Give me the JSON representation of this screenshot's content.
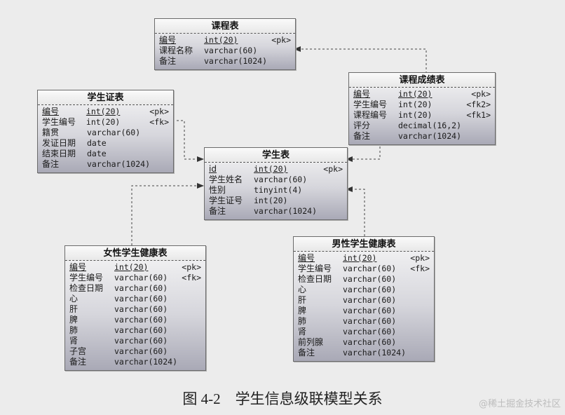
{
  "tables": [
    {
      "id": "course",
      "title": "课程表",
      "fields": [
        {
          "name": "编号",
          "type": "int(20)",
          "key": "<pk>",
          "primary": true
        },
        {
          "name": "课程名称",
          "type": "varchar(60)",
          "key": ""
        },
        {
          "name": "备注",
          "type": "varchar(1024)",
          "key": ""
        }
      ]
    },
    {
      "id": "score",
      "title": "课程成绩表",
      "fields": [
        {
          "name": "编号",
          "type": "int(20)",
          "key": "<pk>",
          "primary": true
        },
        {
          "name": "学生编号",
          "type": "int(20)",
          "key": "<fk2>"
        },
        {
          "name": "课程编号",
          "type": "int(20)",
          "key": "<fk1>"
        },
        {
          "name": "评分",
          "type": "decimal(16,2)",
          "key": ""
        },
        {
          "name": "备注",
          "type": "varchar(1024)",
          "key": ""
        }
      ]
    },
    {
      "id": "cert",
      "title": "学生证表",
      "fields": [
        {
          "name": "编号",
          "type": "int(20)",
          "key": "<pk>",
          "primary": true
        },
        {
          "name": "学生编号",
          "type": "int(20)",
          "key": "<fk>"
        },
        {
          "name": "籍贯",
          "type": "varchar(60)",
          "key": ""
        },
        {
          "name": "发证日期",
          "type": "date",
          "key": ""
        },
        {
          "name": "结束日期",
          "type": "date",
          "key": ""
        },
        {
          "name": "备注",
          "type": "varchar(1024)",
          "key": ""
        }
      ]
    },
    {
      "id": "student",
      "title": "学生表",
      "fields": [
        {
          "name": "id",
          "type": "int(20)",
          "key": "<pk>",
          "primary": true
        },
        {
          "name": "学生姓名",
          "type": "varchar(60)",
          "key": ""
        },
        {
          "name": "性别",
          "type": "tinyint(4)",
          "key": ""
        },
        {
          "name": "学生证号",
          "type": "int(20)",
          "key": ""
        },
        {
          "name": "备注",
          "type": "varchar(1024)",
          "key": ""
        }
      ]
    },
    {
      "id": "female",
      "title": "女性学生健康表",
      "fields": [
        {
          "name": "编号",
          "type": "int(20)",
          "key": "<pk>",
          "primary": true
        },
        {
          "name": "学生编号",
          "type": "varchar(60)",
          "key": "<fk>"
        },
        {
          "name": "检查日期",
          "type": "varchar(60)",
          "key": ""
        },
        {
          "name": "心",
          "type": "varchar(60)",
          "key": ""
        },
        {
          "name": "肝",
          "type": "varchar(60)",
          "key": ""
        },
        {
          "name": "脾",
          "type": "varchar(60)",
          "key": ""
        },
        {
          "name": "肺",
          "type": "varchar(60)",
          "key": ""
        },
        {
          "name": "肾",
          "type": "varchar(60)",
          "key": ""
        },
        {
          "name": "子宫",
          "type": "varchar(60)",
          "key": ""
        },
        {
          "name": "备注",
          "type": "varchar(1024)",
          "key": ""
        }
      ]
    },
    {
      "id": "male",
      "title": "男性学生健康表",
      "fields": [
        {
          "name": "编号",
          "type": "int(20)",
          "key": "<pk>",
          "primary": true
        },
        {
          "name": "学生编号",
          "type": "varchar(60)",
          "key": "<fk>"
        },
        {
          "name": "检查日期",
          "type": "varchar(60)",
          "key": ""
        },
        {
          "name": "心",
          "type": "varchar(60)",
          "key": ""
        },
        {
          "name": "肝",
          "type": "varchar(60)",
          "key": ""
        },
        {
          "name": "脾",
          "type": "varchar(60)",
          "key": ""
        },
        {
          "name": "肺",
          "type": "varchar(60)",
          "key": ""
        },
        {
          "name": "肾",
          "type": "varchar(60)",
          "key": ""
        },
        {
          "name": "前列腺",
          "type": "varchar(60)",
          "key": ""
        },
        {
          "name": "备注",
          "type": "varchar(1024)",
          "key": ""
        }
      ]
    }
  ],
  "caption": "图 4-2　学生信息级联模型关系",
  "watermark": "@稀土掘金技术社区",
  "colors": {
    "background": "#ececec",
    "border": "#6b6b6b",
    "line": "#444444"
  }
}
